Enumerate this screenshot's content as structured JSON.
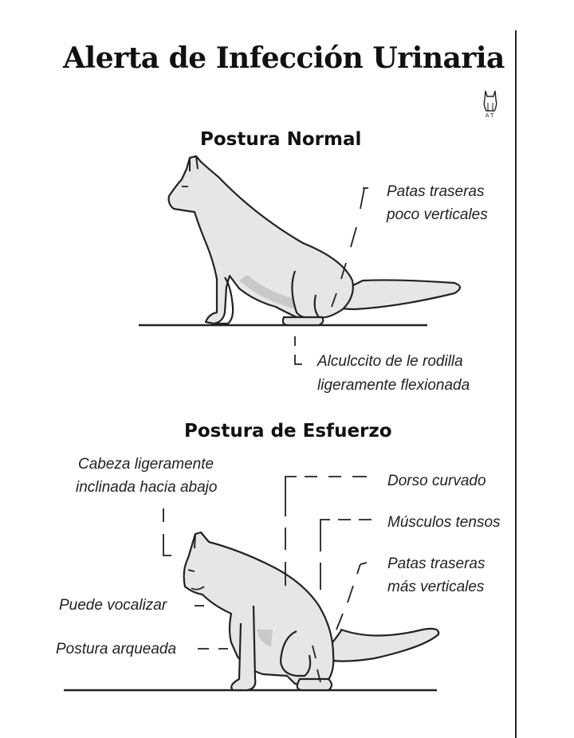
{
  "title": "Alerta de Infección Urinaria",
  "logo": {
    "text": "AT",
    "icon": "cat-logo-icon"
  },
  "sections": {
    "normal": {
      "heading": "Postura Normal",
      "labels": {
        "hind_legs_line1": "Patas traseras",
        "hind_legs_line2": "poco verticales",
        "knee_line1": "Alculccito de le rodilla",
        "knee_line2": "ligeramente flexionada"
      }
    },
    "strain": {
      "heading": "Postura de Esfuerzo",
      "labels": {
        "head_line1": "Cabeza ligeramente",
        "head_line2": "inclinada hacia abajo",
        "back": "Dorso curvado",
        "muscles": "Músculos tensos",
        "hind_legs_line1": "Patas traseras",
        "hind_legs_line2": "más verticales",
        "vocal": "Puede vocalizar",
        "arched": "Postura arqueada"
      }
    }
  },
  "colors": {
    "ink": "#222222",
    "cat_fill": "#e6e6e6",
    "shade": "#c9c9c9",
    "background": "#ffffff"
  }
}
